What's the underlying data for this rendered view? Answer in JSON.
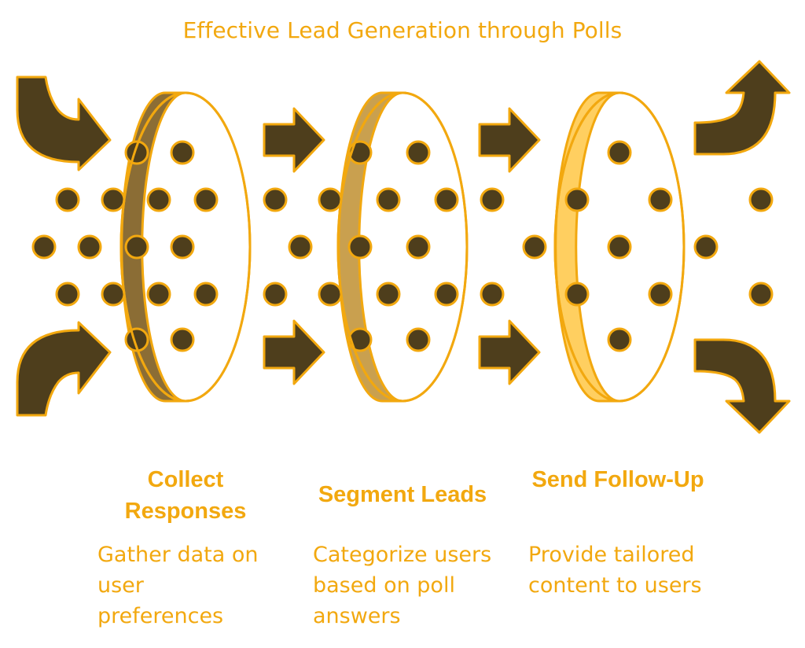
{
  "title": "Effective Lead Generation through Polls",
  "colors": {
    "accent_text": "#f2a80f",
    "arrow_fill": "#4e3e1c",
    "dot_fill": "#4e3e1c",
    "outline": "#f2a80f",
    "ring_1": "#8b6d35",
    "ring_2": "#c9a04f",
    "ring_3": "#ffcf60"
  },
  "stages": [
    {
      "heading": "Collect Responses",
      "description": "Gather data on user preferences",
      "icon": "ring-icon"
    },
    {
      "heading": "Segment Leads",
      "description": "Categorize users based on poll answers",
      "icon": "ring-icon"
    },
    {
      "heading": "Send Follow-Up",
      "description": "Provide tailored content to users",
      "icon": "ring-icon"
    }
  ]
}
